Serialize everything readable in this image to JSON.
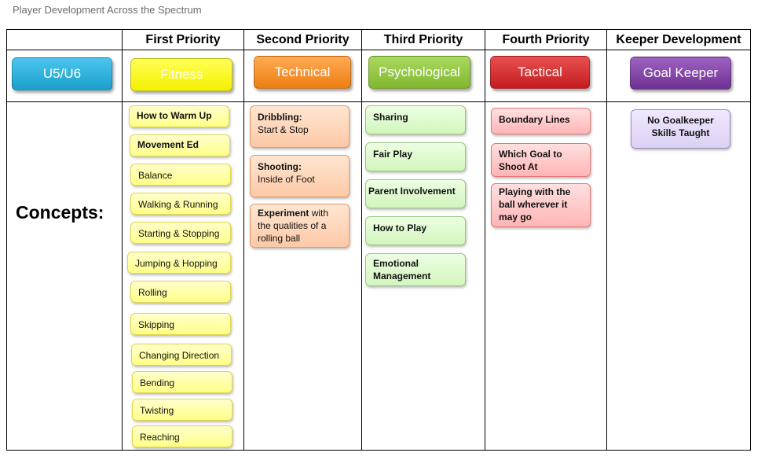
{
  "page_title": "Player Development Across the Spectrum",
  "columns": [
    "First Priority",
    "Second Priority",
    "Third Priority",
    "Fourth Priority",
    "Keeper Development"
  ],
  "age_group": "U5/U6",
  "categories": [
    "Fitness",
    "Technical",
    "Psychological",
    "Tactical",
    "Goal Keeper"
  ],
  "concepts_label": "Concepts:",
  "fitness_items": [
    "How to Warm Up",
    "Movement Ed",
    "Balance",
    "Walking & Running",
    "Starting & Stopping",
    "Jumping & Hopping",
    "Rolling",
    "Skipping",
    "Changing Direction",
    "Bending",
    "Twisting",
    "Reaching"
  ],
  "technical_items": [
    {
      "title": "Dribbling:",
      "sub": "Start & Stop"
    },
    {
      "title": "Shooting:",
      "sub": "Inside of Foot"
    },
    {
      "title": "Experiment",
      "rest": " with the qualities of a rolling ball"
    }
  ],
  "psychological_items": [
    "Sharing",
    "Fair Play",
    "Parent Involvement",
    "How to Play",
    "Emotional Management"
  ],
  "tactical_items": [
    "Boundary Lines",
    "Which Goal to Shoot At",
    "Playing with the ball wherever it may go"
  ],
  "keeper_items": [
    "No Goalkeeper Skills Taught"
  ],
  "colors": {
    "age_group": "#1aa3d0",
    "fitness": "#ffff00",
    "technical": "#f48a1c",
    "psychological": "#8fc43c",
    "tactical": "#d6262a",
    "keeper": "#7d3fa0"
  }
}
